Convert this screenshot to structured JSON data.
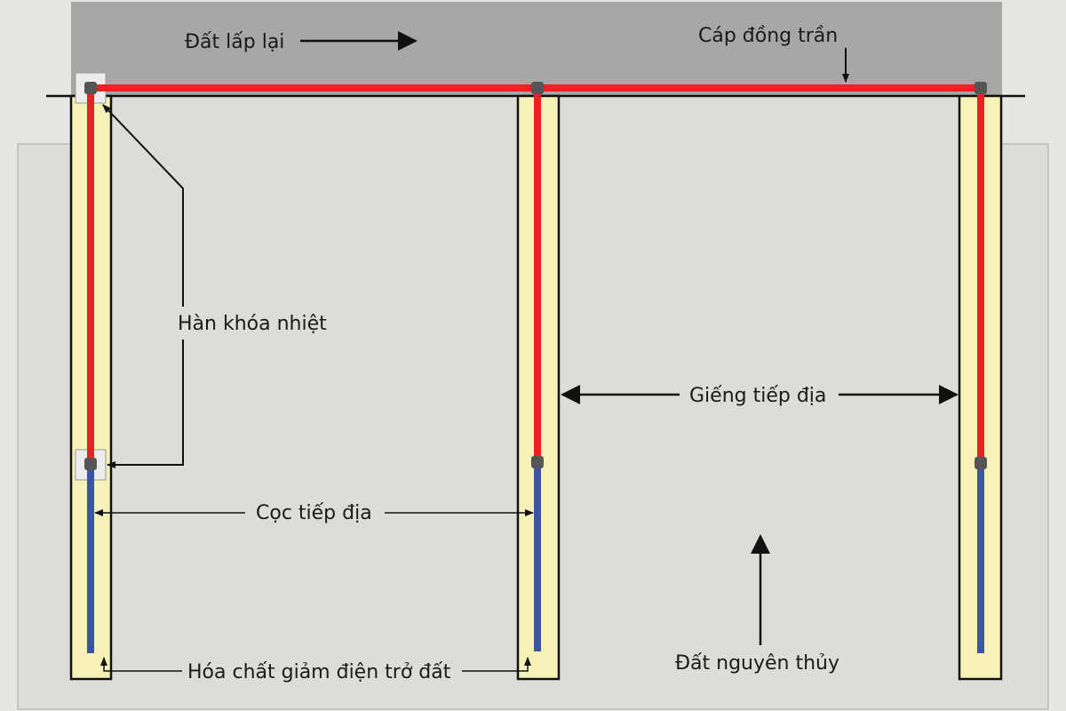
{
  "labels": {
    "backfill": "Đất lấp lại",
    "copper_cable": "Cáp đồng trần",
    "exothermic_weld": "Hàn khóa nhiệt",
    "ground_well": "Giếng tiếp địa",
    "ground_rod": "Cọc tiếp địa",
    "native_soil": "Đất nguyên thủy",
    "enhancement_chemical": "Hóa chất giảm điện trở đất"
  },
  "colors": {
    "outer_ground": "#e6e6e4",
    "native_soil": "#dcdcd8",
    "backfill": "#a7a7a7",
    "well_fill": "#f6f1b6",
    "copper_cable": "#ec2124",
    "rod": "#3a56a3",
    "weld_node": "#555555",
    "line": "#111111"
  },
  "icons": [
    "arrow-right-icon",
    "arrow-down-icon",
    "arrow-up-icon",
    "double-arrow-icon"
  ]
}
